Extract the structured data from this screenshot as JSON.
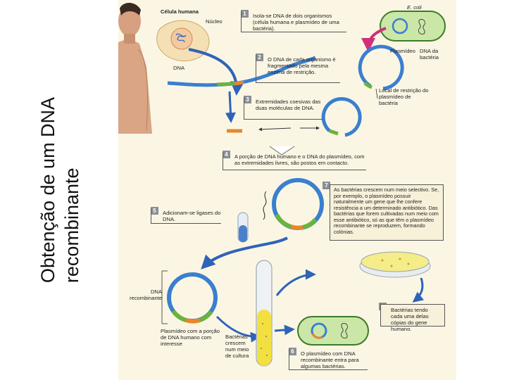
{
  "side_title": {
    "line1": "Obtenção de um DNA",
    "line2": "recombinante"
  },
  "labels": {
    "celula_humana": "Célula humana",
    "nucleo": "Núcleo",
    "dna": "DNA",
    "ecoli": "E. coli",
    "plasmideo": "Plasmídeo",
    "dna_bacteria": "DNA da bactéria",
    "local_restricao": "Local de restrição do plasmídeo de bactéria",
    "dna_recombinante": "DNA recombinante",
    "plasmideo_porcao": "Plasmídeo com a porção de DNA humano com interesse",
    "bacterias_crescem": "Bactérias crescem num meio de cultura"
  },
  "steps": [
    {
      "n": "1",
      "text": "Isola-se DNA de dois organismos (célula humana e plasmídeo de uma bactéria)."
    },
    {
      "n": "2",
      "text": "O DNA de cada organismo é fragmentado pela mesma enzima de restrição."
    },
    {
      "n": "3",
      "text": "Extremidades coesivas das duas moléculas de DNA."
    },
    {
      "n": "4",
      "text": "A porção de DNA humano e o DNA do plasmídeo, com as extremidades livres, são postos em contacto."
    },
    {
      "n": "5",
      "text": "Adicionam-se ligases do DNA."
    },
    {
      "n": "6",
      "text": "O plasmídeo com DNA recombinante entra para algumas bactérias."
    },
    {
      "n": "7",
      "text": "As bactérias crescem num meio selectivo. Se, por exemplo, o plasmídeo possuir naturalmente um gene que lhe confere resistência a um determinado antibiótico. Das bactérias que forem cultivadas num meio com esse antibiótico, só as que têm o plasmídeo recombinante se reproduzem, formando colónias."
    },
    {
      "n": "8",
      "text": "Bactérias tendo cada uma delas cópias do gene humano."
    }
  ],
  "colors": {
    "dna_blue": "#3a7fd0",
    "dna_green": "#6ab43a",
    "dna_orange": "#e8872a",
    "arrow_blue": "#2f63b8",
    "arrow_magenta": "#d0307a",
    "panel_bg": "#fbf6e4"
  }
}
